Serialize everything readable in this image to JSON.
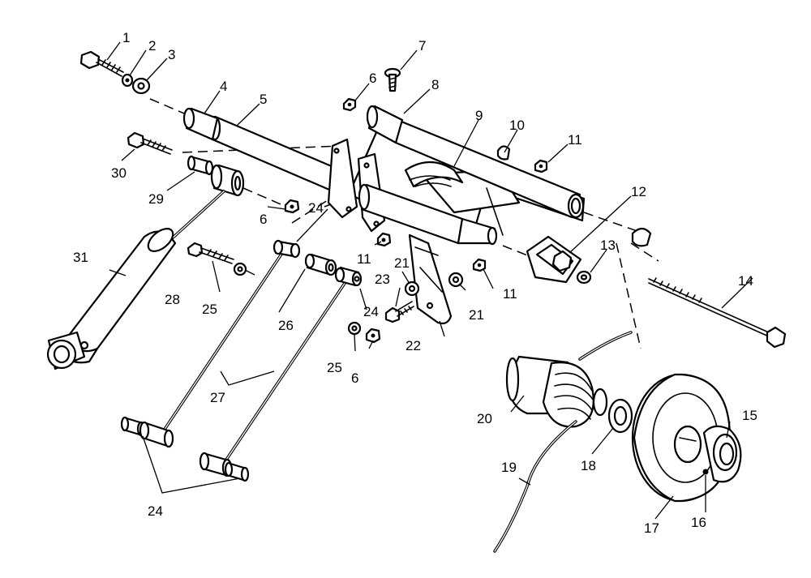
{
  "callouts": [
    "1",
    "2",
    "3",
    "4",
    "5",
    "6",
    "6",
    "6",
    "7",
    "8",
    "9",
    "10",
    "11",
    "11",
    "11",
    "12",
    "13",
    "14",
    "15",
    "16",
    "17",
    "18",
    "19",
    "20",
    "21",
    "21",
    "22",
    "23",
    "24",
    "24",
    "24",
    "25",
    "25",
    "26",
    "27",
    "28",
    "29",
    "30",
    "31"
  ]
}
